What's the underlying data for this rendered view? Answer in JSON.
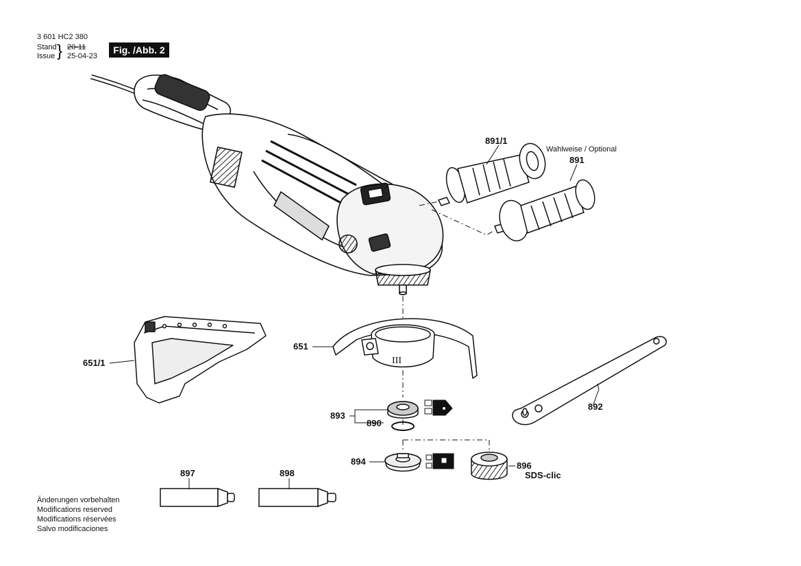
{
  "header": {
    "doc_number": "3 601 HC2 380",
    "stand_label": "Stand",
    "issue_label": "Issue",
    "stand_date": "20-11",
    "issue_date": "25-04-23",
    "figure_label": "Fig. /Abb. 2"
  },
  "optional_note": "Wahlweise / Optional",
  "sds_label": "SDS-clic",
  "parts": {
    "p891_1": "891/1",
    "p891": "891",
    "p651": "651",
    "p651_1": "651/1",
    "p892": "892",
    "p893": "893",
    "p890": "890",
    "p894": "894",
    "p896": "896",
    "p897": "897",
    "p898": "898"
  },
  "guard_marking": "III",
  "footer": {
    "line1": "Änderungen vorbehalten",
    "line2": "Modifications reserved",
    "line3": "Modifications réservées",
    "line4": "Salvo modificaciones"
  }
}
